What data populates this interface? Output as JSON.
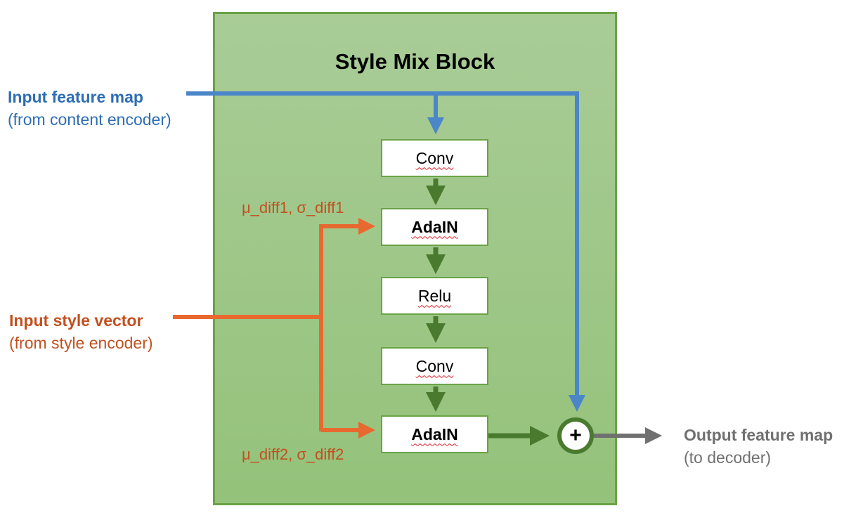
{
  "diagram": {
    "title": "Style Mix Block",
    "inputs": {
      "feature_map": {
        "title": "Input feature map",
        "subtitle": "(from content encoder)"
      },
      "style_vector": {
        "title": "Input style vector",
        "subtitle": "(from style encoder)"
      }
    },
    "output": {
      "title": "Output feature map",
      "subtitle": "(to decoder)"
    },
    "nodes": [
      {
        "id": "conv1",
        "label": "Conv"
      },
      {
        "id": "adain1",
        "label": "AdaIN"
      },
      {
        "id": "relu",
        "label": "Relu"
      },
      {
        "id": "conv2",
        "label": "Conv"
      },
      {
        "id": "adain2",
        "label": "AdaIN"
      }
    ],
    "params": {
      "adain1": "μ_diff1, σ_diff1",
      "adain2": "μ_diff2, σ_diff2"
    },
    "sum_symbol": "+",
    "colors": {
      "content_path": "#4a86c8",
      "style_path": "#e8692f",
      "main_path": "#4a7a2e",
      "output_path": "#707070",
      "block_border": "#6aa245"
    }
  }
}
